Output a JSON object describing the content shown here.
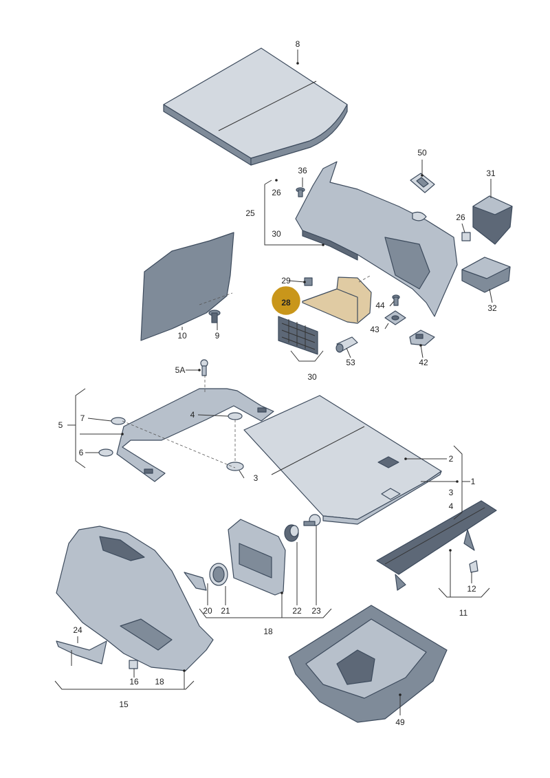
{
  "diagram": {
    "highlight": {
      "label": "28",
      "color": "#c9961a",
      "fill": "#e0cba3"
    },
    "callouts": [
      {
        "id": "8",
        "text": "8"
      },
      {
        "id": "50",
        "text": "50"
      },
      {
        "id": "36",
        "text": "36"
      },
      {
        "id": "31",
        "text": "31"
      },
      {
        "id": "26a",
        "text": "26"
      },
      {
        "id": "26b",
        "text": "26"
      },
      {
        "id": "25",
        "text": "25"
      },
      {
        "id": "30a",
        "text": "30"
      },
      {
        "id": "29",
        "text": "29"
      },
      {
        "id": "44",
        "text": "44"
      },
      {
        "id": "32",
        "text": "32"
      },
      {
        "id": "43",
        "text": "43"
      },
      {
        "id": "42",
        "text": "42"
      },
      {
        "id": "53",
        "text": "53"
      },
      {
        "id": "30b",
        "text": "30"
      },
      {
        "id": "10",
        "text": "10"
      },
      {
        "id": "9",
        "text": "9"
      },
      {
        "id": "5A",
        "text": "5A"
      },
      {
        "id": "7",
        "text": "7"
      },
      {
        "id": "4a",
        "text": "4"
      },
      {
        "id": "5",
        "text": "5"
      },
      {
        "id": "6",
        "text": "6"
      },
      {
        "id": "3a",
        "text": "3"
      },
      {
        "id": "2",
        "text": "2"
      },
      {
        "id": "1",
        "text": "1"
      },
      {
        "id": "3b",
        "text": "3"
      },
      {
        "id": "4b",
        "text": "4"
      },
      {
        "id": "20",
        "text": "20"
      },
      {
        "id": "21",
        "text": "21"
      },
      {
        "id": "22",
        "text": "22"
      },
      {
        "id": "23",
        "text": "23"
      },
      {
        "id": "18a",
        "text": "18"
      },
      {
        "id": "12",
        "text": "12"
      },
      {
        "id": "11",
        "text": "11"
      },
      {
        "id": "24",
        "text": "24"
      },
      {
        "id": "16",
        "text": "16"
      },
      {
        "id": "18b",
        "text": "18"
      },
      {
        "id": "15",
        "text": "15"
      },
      {
        "id": "49",
        "text": "49"
      }
    ]
  }
}
